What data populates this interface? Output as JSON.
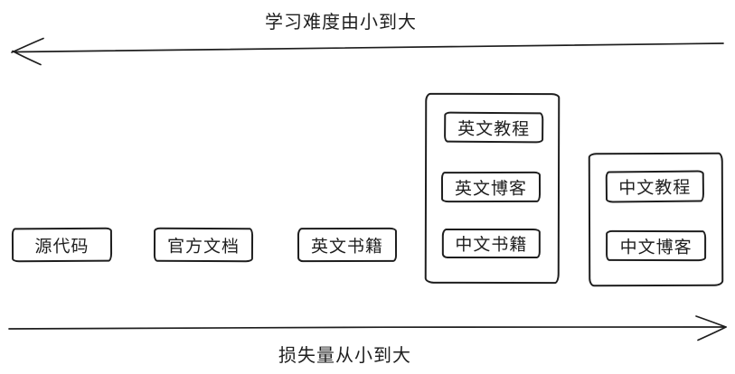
{
  "diagram": {
    "axes": {
      "top": {
        "label": "学习难度由小到大",
        "direction": "left"
      },
      "bottom": {
        "label": "损失量从小到大",
        "direction": "right"
      }
    },
    "standalone_boxes": [
      {
        "id": "source-code",
        "label": "源代码"
      },
      {
        "id": "official-docs",
        "label": "官方文档"
      },
      {
        "id": "english-books",
        "label": "英文书籍"
      }
    ],
    "group_boxes": [
      {
        "id": "group-mixed",
        "items": [
          {
            "id": "english-tutorials",
            "label": "英文教程"
          },
          {
            "id": "english-blogs",
            "label": "英文博客"
          },
          {
            "id": "chinese-books",
            "label": "中文书籍"
          }
        ]
      },
      {
        "id": "group-chinese",
        "items": [
          {
            "id": "chinese-tutorials",
            "label": "中文教程"
          },
          {
            "id": "chinese-blogs",
            "label": "中文博客"
          }
        ]
      }
    ],
    "colors": {
      "stroke": "#1e1e1e",
      "background": "#ffffff"
    }
  }
}
